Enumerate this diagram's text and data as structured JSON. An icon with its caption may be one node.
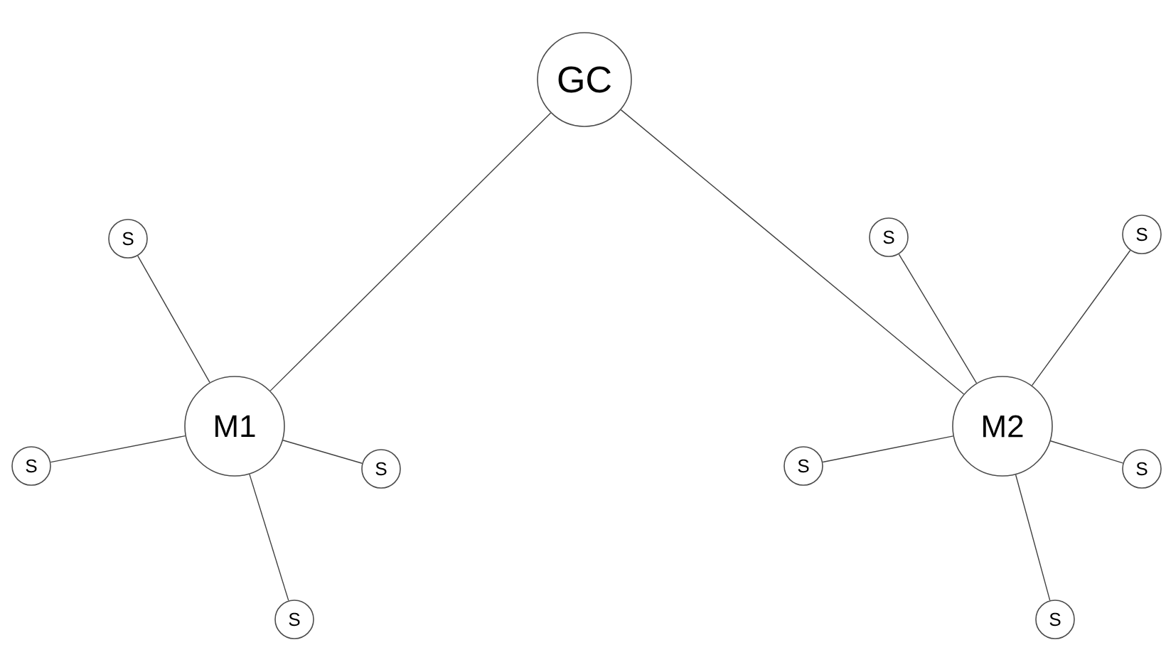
{
  "diagram": {
    "nodes": [
      {
        "text": [
          "GC"
        ]
      },
      {
        "text": [
          "M1"
        ]
      },
      {
        "text": [
          "M2"
        ]
      },
      {
        "text": [
          "S"
        ]
      },
      {
        "text": [
          "S"
        ]
      },
      {
        "text": [
          "S"
        ]
      },
      {
        "text": [
          "S"
        ]
      },
      {
        "text": [
          "S"
        ]
      },
      {
        "text": [
          "S"
        ]
      },
      {
        "text": [
          "S"
        ]
      },
      {
        "text": [
          "S"
        ]
      },
      {
        "text": [
          "S"
        ]
      }
    ],
    "edges": [
      {
        "from": 0,
        "to": 1,
        "arrow": "none"
      },
      {
        "from": 0,
        "to": 2,
        "arrow": "none"
      },
      {
        "from": 1,
        "to": 3,
        "arrow": "none"
      },
      {
        "from": 1,
        "to": 4,
        "arrow": "none"
      },
      {
        "from": 1,
        "to": 5,
        "arrow": "none"
      },
      {
        "from": 1,
        "to": 6,
        "arrow": "none"
      },
      {
        "from": 2,
        "to": 7,
        "arrow": "none"
      },
      {
        "from": 2,
        "to": 8,
        "arrow": "none"
      },
      {
        "from": 2,
        "to": 9,
        "arrow": "none"
      },
      {
        "from": 2,
        "to": 10,
        "arrow": "none"
      },
      {
        "from": 2,
        "to": 11,
        "arrow": "none"
      }
    ]
  }
}
